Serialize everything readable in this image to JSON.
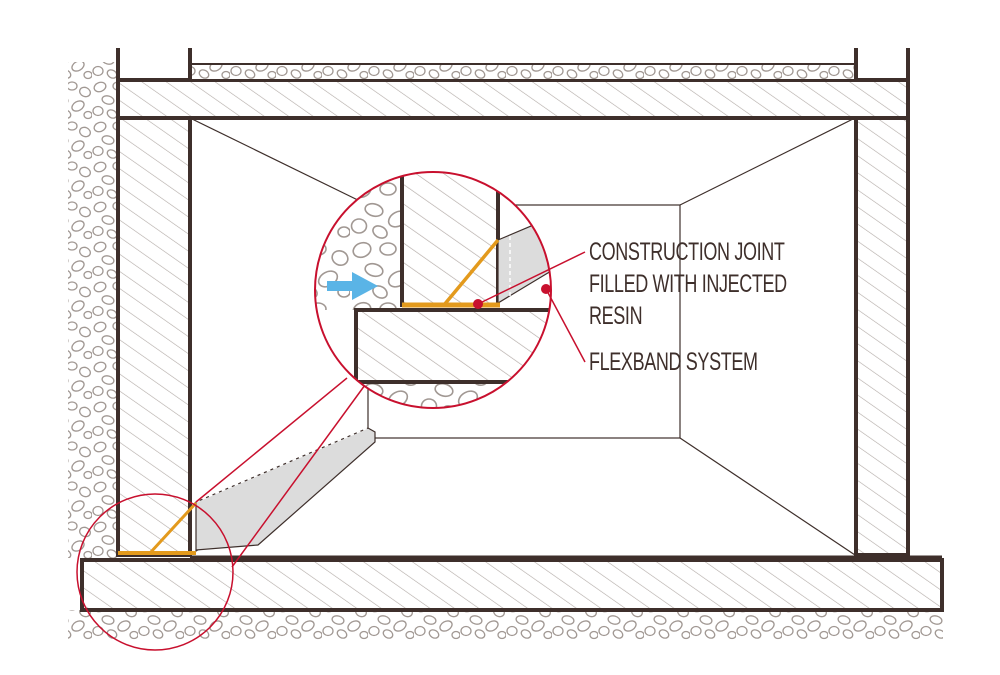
{
  "labels": {
    "construction_joint": [
      "CONSTRUCTION JOINT",
      "FILLED WITH INJECTED",
      "RESIN"
    ],
    "flexband": "FLEXBAND SYSTEM"
  },
  "colors": {
    "structure_outline": "#3e2f2b",
    "hatch": "#b2aaa6",
    "gravel": "#a19893",
    "callout_line": "#c8102e",
    "resin_joint": "#e39a1d",
    "flexband_fill": "#dcdcdc",
    "water_arrow": "#5ab4e6"
  },
  "icons": {
    "water_pressure": "arrow-right-icon",
    "callout_marker": "dot-icon"
  }
}
